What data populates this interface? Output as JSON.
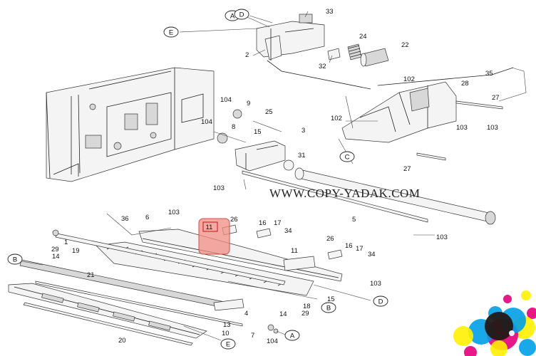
{
  "watermark": "WWW.COPY-YADAK.COM",
  "highlight_color": "#f08c84",
  "highlight_label": "11",
  "circled_letters": [
    "A",
    "D",
    "E",
    "C",
    "B",
    "B",
    "D",
    "E",
    "A"
  ],
  "part_labels": [
    "33",
    "24",
    "22",
    "2",
    "32",
    "102",
    "35",
    "28",
    "27",
    "104",
    "9",
    "25",
    "8",
    "104",
    "15",
    "3",
    "102",
    "103",
    "103",
    "31",
    "27",
    "103",
    "5",
    "103",
    "36",
    "6",
    "103",
    "26",
    "16",
    "17",
    "34",
    "1",
    "29",
    "19",
    "14",
    "11",
    "26",
    "16",
    "17",
    "34",
    "21",
    "103",
    "15",
    "18",
    "29",
    "14",
    "4",
    "13",
    "10",
    "7",
    "104",
    "20"
  ],
  "logo_colors": [
    "#e4007c",
    "#00a0e9",
    "#fff000",
    "#231815",
    "#ffffff"
  ]
}
